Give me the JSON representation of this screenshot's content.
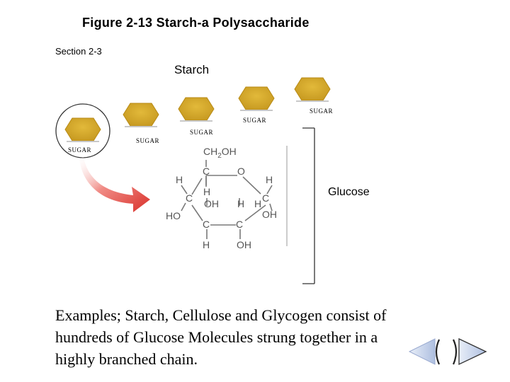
{
  "title": "Figure 2-13 Starch-a Polysaccharide",
  "section": "Section 2-3",
  "starch_label": "Starch",
  "glucose_label": "Glucose",
  "sugar_labels": [
    "SUGAR",
    "SUGAR",
    "SUGAR",
    "SUGAR",
    "SUGAR"
  ],
  "caption": "Examples; Starch, Cellulose and Glycogen consist of hundreds of Glucose Molecules strung together in a highly branched chain.",
  "glucose_structure": {
    "ch2oh": "CH",
    "ch2oh_sub": "2",
    "ch2oh_end": "OH",
    "atoms": [
      "H",
      "C",
      "O",
      "H",
      "C",
      "H",
      "H",
      "C",
      "OH",
      "H",
      "OH",
      "HO",
      "C",
      "C",
      "H",
      "OH"
    ]
  },
  "colors": {
    "hexagon_fill": "#d4a82a",
    "hexagon_stroke": "#b88a14",
    "arrow": "#e23a36",
    "nav_arrow": "#c9d3ea"
  },
  "icons": [
    "back-arrow-icon",
    "forward-arrow-icon"
  ]
}
